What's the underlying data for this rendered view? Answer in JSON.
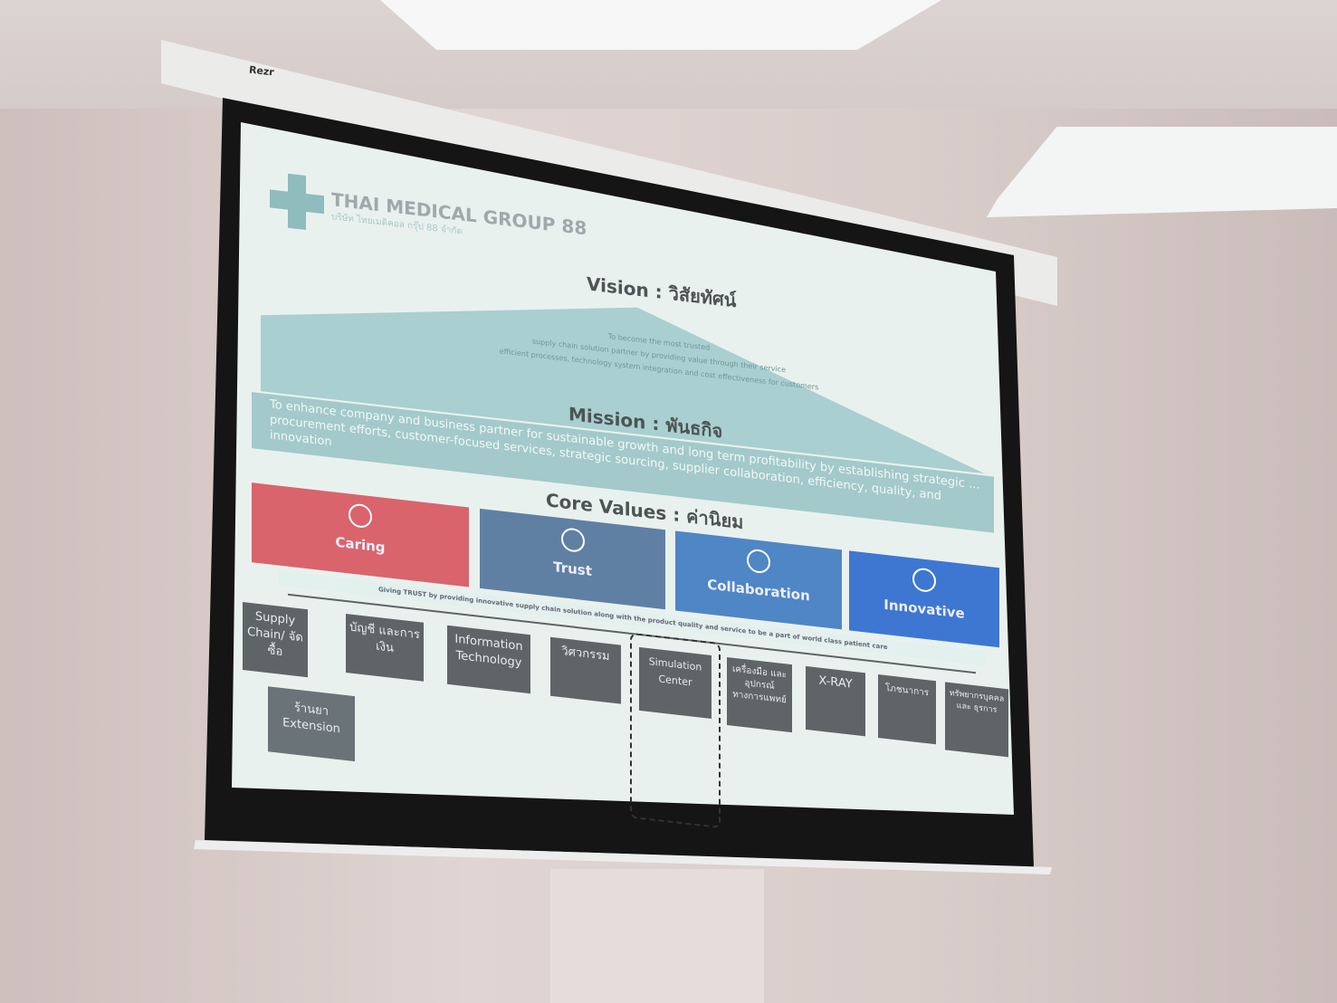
{
  "projector_brand": "Rezr",
  "slide": {
    "logo": {
      "title": "THAI MEDICAL GROUP 88",
      "subtitle": "บริษัท ไทยเมดิคอล กรุ๊ป 88 จำกัด"
    },
    "vision_heading": "Vision : วิสัยทัศน์",
    "vision_lines": [
      "To become the most trusted",
      "supply chain solution partner by providing value through their service",
      "efficient processes, technology system integration and cost effectiveness for customers"
    ],
    "mission_heading": "Mission : พันธกิจ",
    "mission_text": "To enhance company and business partner for sustainable growth and long term profitability by establishing strategic ... procurement efforts, customer-focused services, strategic sourcing, supplier collaboration, efficiency, quality, and innovation",
    "core_values_heading": "Core Values : ค่านิยม",
    "core_values": [
      {
        "label": "Caring",
        "color": "#d9646c"
      },
      {
        "label": "Trust",
        "color": "#5f80a3"
      },
      {
        "label": "Collaboration",
        "color": "#4f86c6"
      },
      {
        "label": "Innovative",
        "color": "#3d77d2"
      }
    ],
    "arrow_text": "Giving TRUST by providing innovative supply chain solution along with the product quality and service to be a part of world class patient care",
    "departments": [
      "Supply Chain/ จัดซื้อ",
      "บัญชี และการเงิน",
      "Information Technology",
      "วิศวกรรม",
      "Simulation Center",
      "เครื่องมือ และ อุปกรณ์ ทางการแพทย์",
      "X-RAY",
      "โภชนาการ",
      "ทรัพยากรบุคคล และ ธุรการ"
    ],
    "sub_department": "ร้านยา Extension"
  }
}
